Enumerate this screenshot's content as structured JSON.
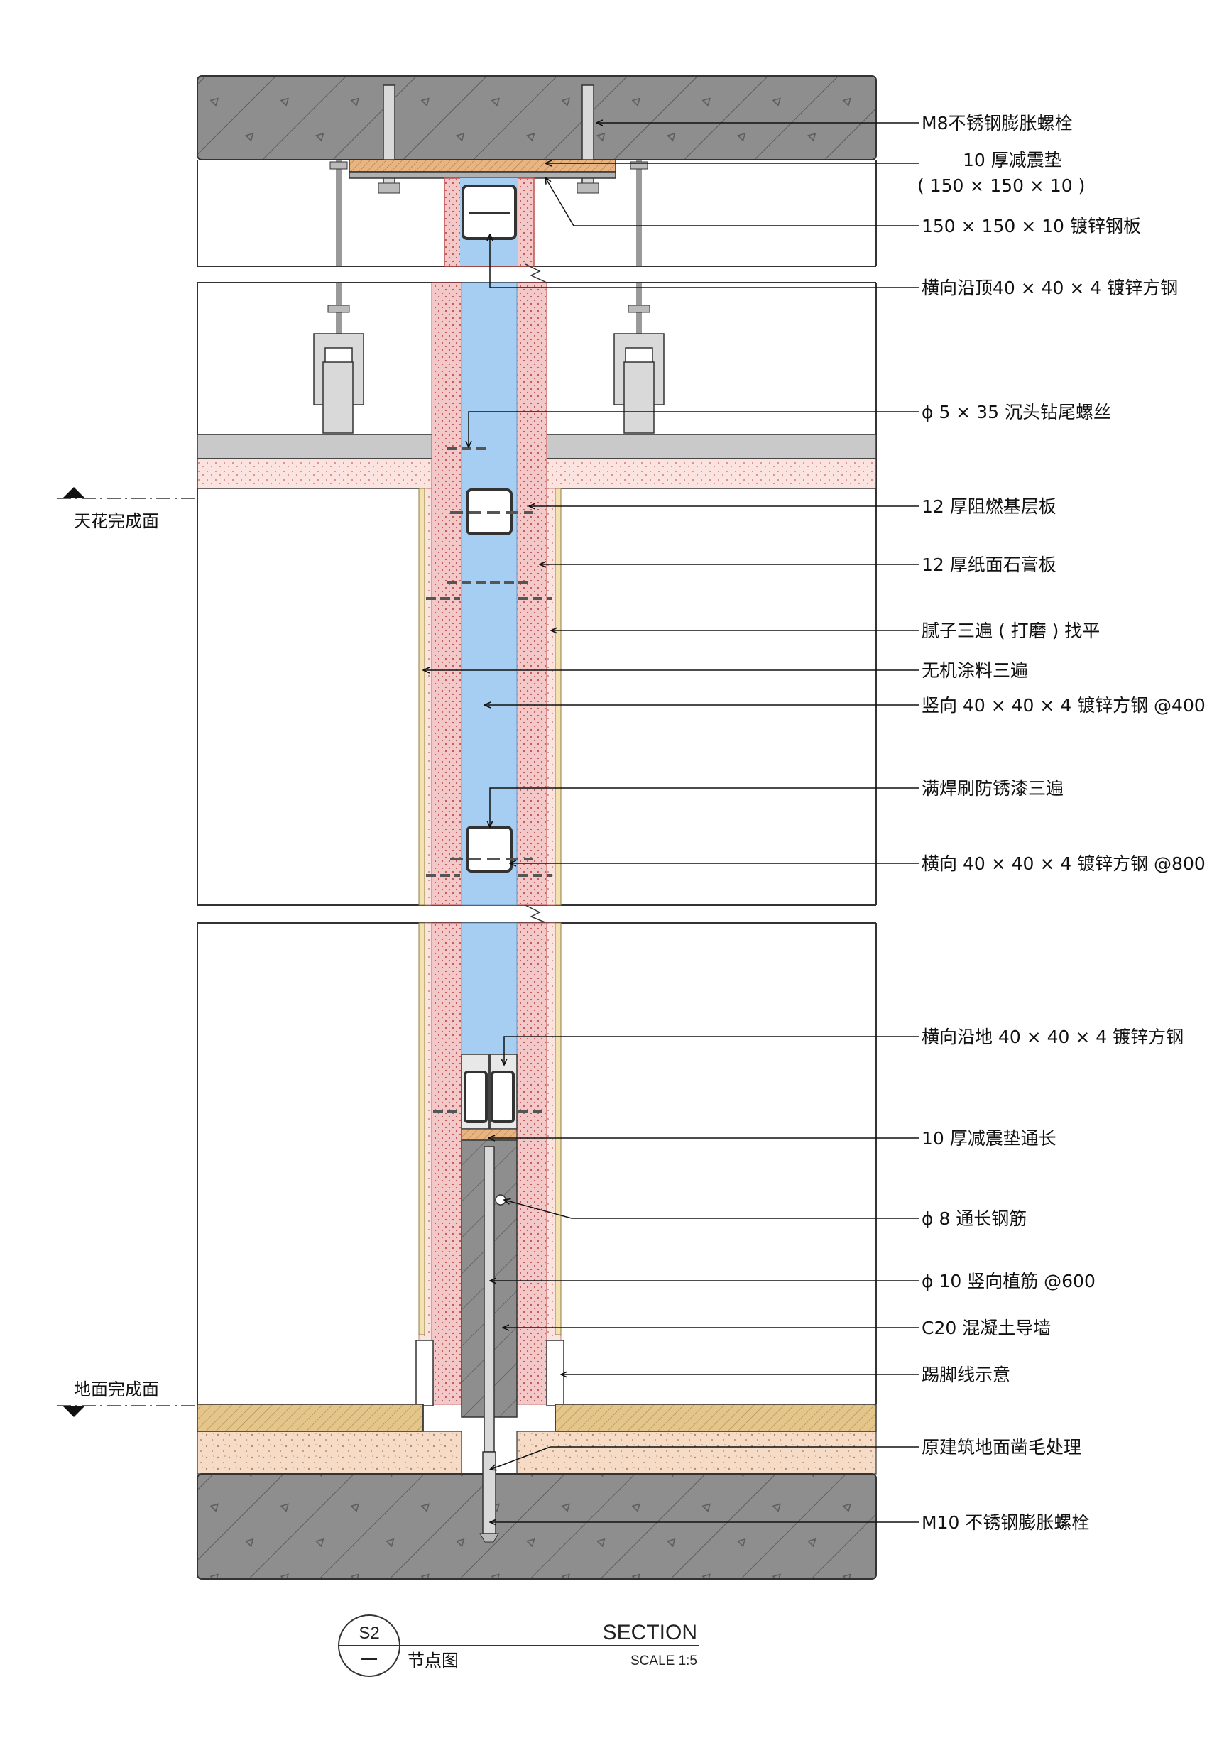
{
  "colors": {
    "concrete": "#8e8e8e",
    "fireboard": "#f3c8c8",
    "gypsum": "#fbe3df",
    "cavity": "#a6cdf2",
    "putty": "#f4e1b0",
    "damping": "#e8b482",
    "screed": "#f6dcc6",
    "floor_finish": "#e4c68a"
  },
  "levels": {
    "ceiling": "天花完成面",
    "floor": "地面完成面"
  },
  "annotations": [
    {
      "id": "m8-bolt",
      "text": "M8不锈钢膨胀螺栓"
    },
    {
      "id": "damping-pad",
      "text": "10 厚减震垫"
    },
    {
      "id": "damping-pad-size",
      "text": "( 150 × 150 × 10 )"
    },
    {
      "id": "steel-plate",
      "text": "150 × 150 × 10  镀锌钢板"
    },
    {
      "id": "top-tube",
      "text": "横向沿顶40 × 40 × 4 镀锌方钢"
    },
    {
      "id": "screw",
      "text": "ϕ 5 × 35  沉头钻尾螺丝"
    },
    {
      "id": "fire-board",
      "text": "12 厚阻燃基层板"
    },
    {
      "id": "gypsum-board",
      "text": "12 厚纸面石膏板"
    },
    {
      "id": "putty",
      "text": "腻子三遍 ( 打磨 ) 找平"
    },
    {
      "id": "paint",
      "text": "无机涂料三遍"
    },
    {
      "id": "vertical-tube",
      "text": "竖向 40 × 40 × 4 镀锌方钢 @400"
    },
    {
      "id": "weld",
      "text": "满焊刷防锈漆三遍"
    },
    {
      "id": "horizontal-tube",
      "text": "横向 40 × 40 × 4 镀锌方钢 @800"
    },
    {
      "id": "bottom-tube",
      "text": "横向沿地 40 × 40 × 4 镀锌方钢"
    },
    {
      "id": "damping-strip",
      "text": "10 厚减震垫通长"
    },
    {
      "id": "rebar-8",
      "text": "ϕ  8 通长钢筋"
    },
    {
      "id": "rebar-10",
      "text": "ϕ  10 竖向植筋 @600"
    },
    {
      "id": "concrete-wall",
      "text": "C20 混凝土导墙"
    },
    {
      "id": "skirting",
      "text": "踢脚线示意"
    },
    {
      "id": "floor-roughen",
      "text": "原建筑地面凿毛处理"
    },
    {
      "id": "m10-bolt",
      "text": "M10 不锈钢膨胀螺栓"
    }
  ],
  "title_block": {
    "id": "S2",
    "sub_id": "一",
    "name": "节点图",
    "title": "SECTION",
    "scale": "SCALE 1:5"
  }
}
